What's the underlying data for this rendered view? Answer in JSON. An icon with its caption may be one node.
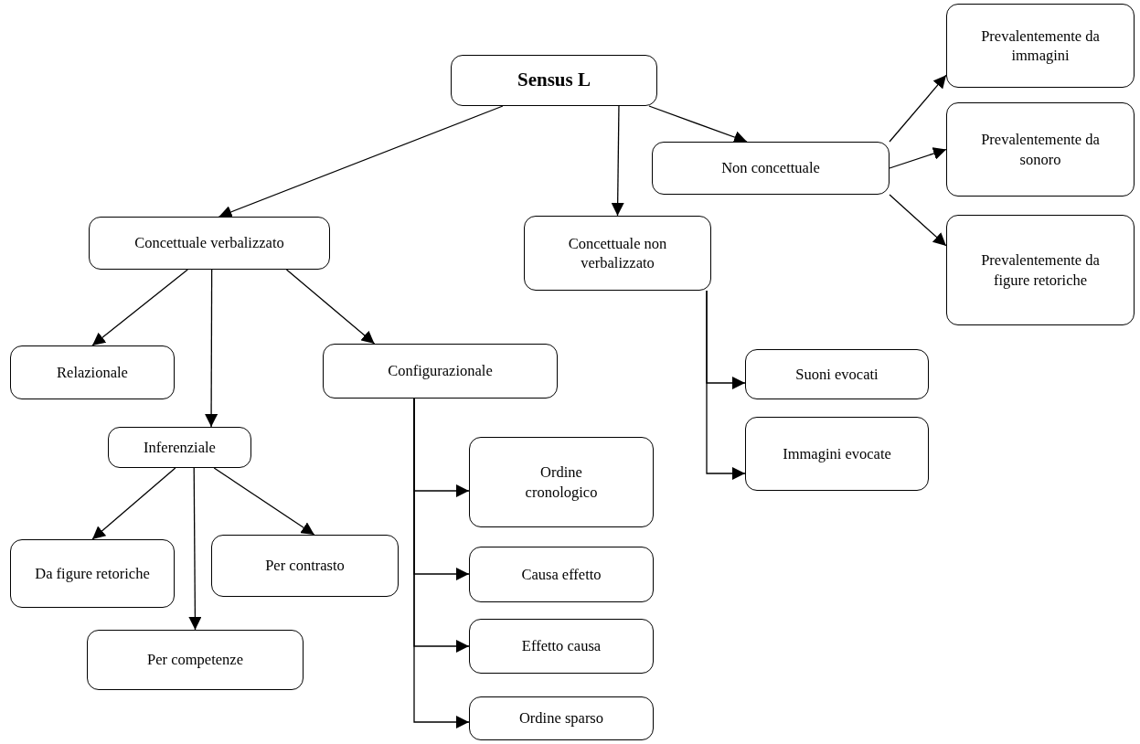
{
  "diagram": {
    "nodes": [
      {
        "text": [
          "Sensus L"
        ]
      },
      {
        "text": [
          "Concettuale verbalizzato"
        ]
      },
      {
        "text": [
          "Concettuale non verbalizzato"
        ]
      },
      {
        "text": [
          "Non concettuale"
        ]
      },
      {
        "text": [
          "Prevalentemente da immagini"
        ]
      },
      {
        "text": [
          "Prevalentemente da sonoro"
        ]
      },
      {
        "text": [
          "Prevalentemente da figure retoriche"
        ]
      },
      {
        "text": [
          "Relazionale"
        ]
      },
      {
        "text": [
          "Configurazionale"
        ]
      },
      {
        "text": [
          "Inferenziale"
        ]
      },
      {
        "text": [
          "Da figure retoriche"
        ]
      },
      {
        "text": [
          "Per contrasto"
        ]
      },
      {
        "text": [
          "Per competenze"
        ]
      },
      {
        "text": [
          "Ordine cronologico"
        ]
      },
      {
        "text": [
          "Causa effetto"
        ]
      },
      {
        "text": [
          "Effetto causa"
        ]
      },
      {
        "text": [
          "Ordine sparso"
        ]
      },
      {
        "text": [
          "Suoni evocati"
        ]
      },
      {
        "text": [
          "Immagini evocate"
        ]
      }
    ],
    "edges": [
      {
        "from": 0,
        "to": 1,
        "arrow": "to"
      },
      {
        "from": 0,
        "to": 2,
        "arrow": "to"
      },
      {
        "from": 0,
        "to": 3,
        "arrow": "to"
      },
      {
        "from": 3,
        "to": 4,
        "arrow": "to"
      },
      {
        "from": 3,
        "to": 5,
        "arrow": "to"
      },
      {
        "from": 3,
        "to": 6,
        "arrow": "to"
      },
      {
        "from": 1,
        "to": 7,
        "arrow": "to"
      },
      {
        "from": 1,
        "to": 9,
        "arrow": "to"
      },
      {
        "from": 1,
        "to": 8,
        "arrow": "to"
      },
      {
        "from": 9,
        "to": 10,
        "arrow": "to"
      },
      {
        "from": 9,
        "to": 12,
        "arrow": "to"
      },
      {
        "from": 9,
        "to": 11,
        "arrow": "to"
      },
      {
        "from": 8,
        "to": 13,
        "arrow": "to"
      },
      {
        "from": 8,
        "to": 14,
        "arrow": "to"
      },
      {
        "from": 8,
        "to": 15,
        "arrow": "to"
      },
      {
        "from": 8,
        "to": 16,
        "arrow": "to"
      },
      {
        "from": 2,
        "to": 17,
        "arrow": "to"
      },
      {
        "from": 2,
        "to": 18,
        "arrow": "to"
      }
    ]
  }
}
